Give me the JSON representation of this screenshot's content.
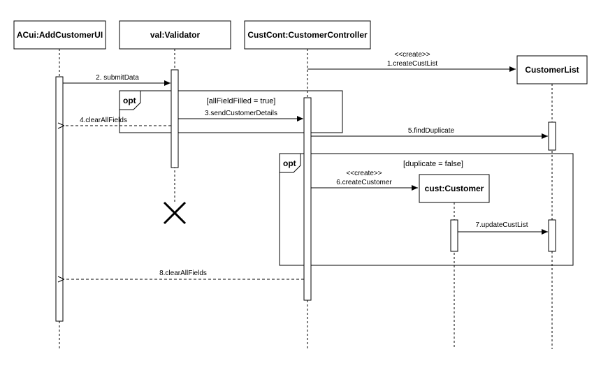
{
  "diagram": {
    "lifelines": {
      "acui": "ACui:AddCustomerUI",
      "val": "val:Validator",
      "custcont": "CustCont:CustomerController",
      "customerlist": "CustomerList",
      "customer": "cust:Customer"
    },
    "messages": {
      "m1": "1.createCustList",
      "m1_stereo": "<<create>>",
      "m2": "2. submitData",
      "m3": "3.sendCustomerDetails",
      "m4": "4.clearAllFields",
      "m5": "5.findDuplicate",
      "m6": "6.createCustomer",
      "m6_stereo": "<<create>>",
      "m7": "7.updateCustList",
      "m8": "8.clearAllFields"
    },
    "fragments": {
      "opt1_kind": "opt",
      "opt1_guard": "[allFieldFilled = true]",
      "opt2_kind": "opt",
      "opt2_guard": "[duplicate = false]"
    }
  }
}
